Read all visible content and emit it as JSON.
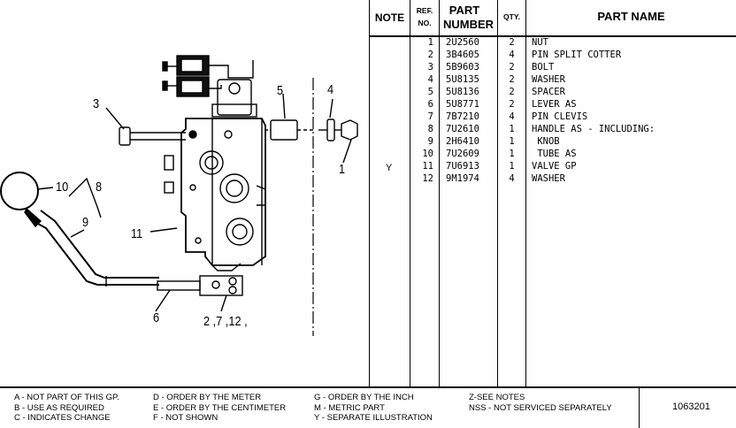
{
  "table": {
    "headers": {
      "note": "NOTE",
      "ref_no_line1": "REF.",
      "ref_no_line2": "NO.",
      "part_number_line1": "PART",
      "part_number_line2": "NUMBER",
      "qty": "QTY.",
      "part_name": "PART NAME"
    },
    "note_value": "Y",
    "rows": [
      {
        "ref": "1",
        "part": "2U2560",
        "qty": "2",
        "name": "NUT"
      },
      {
        "ref": "2",
        "part": "3B4605",
        "qty": "4",
        "name": "PIN SPLIT COTTER"
      },
      {
        "ref": "3",
        "part": "5B9603",
        "qty": "2",
        "name": "BOLT"
      },
      {
        "ref": "4",
        "part": "5U8135",
        "qty": "2",
        "name": "WASHER"
      },
      {
        "ref": "5",
        "part": "5U8136",
        "qty": "2",
        "name": "SPACER"
      },
      {
        "ref": "6",
        "part": "5U8771",
        "qty": "2",
        "name": "LEVER AS"
      },
      {
        "ref": "7",
        "part": "7B7210",
        "qty": "4",
        "name": "PIN CLEVIS"
      },
      {
        "ref": "8",
        "part": "7U2610",
        "qty": "1",
        "name": "HANDLE AS - INCLUDING:"
      },
      {
        "ref": "9",
        "part": "2H6410",
        "qty": "1",
        "name": " KNOB"
      },
      {
        "ref": "10",
        "part": "7U2609",
        "qty": "1",
        "name": " TUBE AS"
      },
      {
        "ref": "11",
        "part": "7U6913",
        "qty": "1",
        "name": "VALVE GP"
      },
      {
        "ref": "12",
        "part": "9M1974",
        "qty": "4",
        "name": "WASHER"
      }
    ]
  },
  "callouts": {
    "c1": "1",
    "c2": "2 ,7 ,12 ,",
    "c3": "3",
    "c4": "4",
    "c5": "5",
    "c6": "6",
    "c8": "8",
    "c9": "9",
    "c10": "10",
    "c11": "11"
  },
  "legend": {
    "col1": [
      "A - NOT PART OF THIS GP.",
      "B - USE  AS REQUIRED",
      "C - INDICATES CHANGE"
    ],
    "col2": [
      "D - ORDER BY THE  METER",
      "E - ORDER BY THE CENTIMETER",
      "F - NOT SHOWN"
    ],
    "col3": [
      "G - ORDER BY THE INCH",
      "M - METRIC PART",
      "Y - SEPARATE ILLUSTRATION"
    ],
    "col4": [
      "Z-SEE NOTES",
      "NSS - NOT SERVICED SEPARATELY"
    ],
    "illustration_number": "1063201"
  }
}
